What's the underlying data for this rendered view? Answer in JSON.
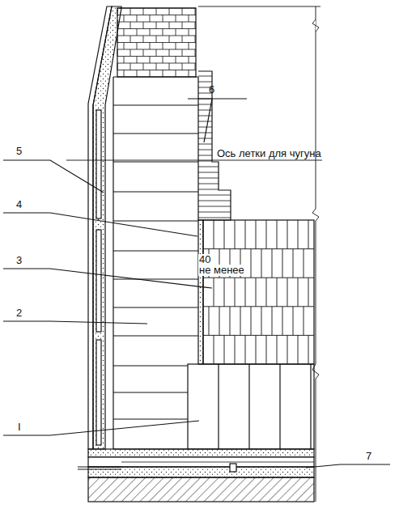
{
  "diagram": {
    "labels": [
      "6",
      "Ось летки для чугуна",
      "5",
      "4",
      "40",
      "не менее",
      "3",
      "2",
      "I",
      "7"
    ]
  }
}
